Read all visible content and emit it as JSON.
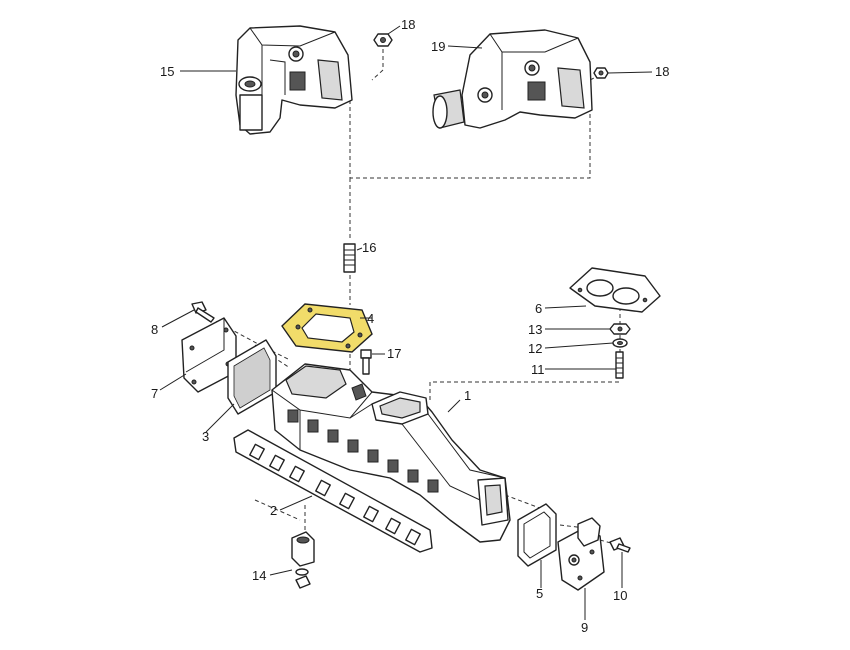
{
  "diagram": {
    "callouts": [
      {
        "id": "c1",
        "text": "1"
      },
      {
        "id": "c2",
        "text": "2"
      },
      {
        "id": "c3",
        "text": "3"
      },
      {
        "id": "c4",
        "text": "4"
      },
      {
        "id": "c5",
        "text": "5"
      },
      {
        "id": "c6",
        "text": "6"
      },
      {
        "id": "c7",
        "text": "7"
      },
      {
        "id": "c8",
        "text": "8"
      },
      {
        "id": "c9",
        "text": "9"
      },
      {
        "id": "c10",
        "text": "10"
      },
      {
        "id": "c11",
        "text": "11"
      },
      {
        "id": "c12",
        "text": "12"
      },
      {
        "id": "c13",
        "text": "13"
      },
      {
        "id": "c14",
        "text": "14"
      },
      {
        "id": "c15",
        "text": "15"
      },
      {
        "id": "c16",
        "text": "16"
      },
      {
        "id": "c17",
        "text": "17"
      },
      {
        "id": "c18a",
        "text": "18"
      },
      {
        "id": "c18b",
        "text": "18"
      },
      {
        "id": "c19",
        "text": "19"
      }
    ],
    "highlight_color": "#f1dc6a"
  }
}
